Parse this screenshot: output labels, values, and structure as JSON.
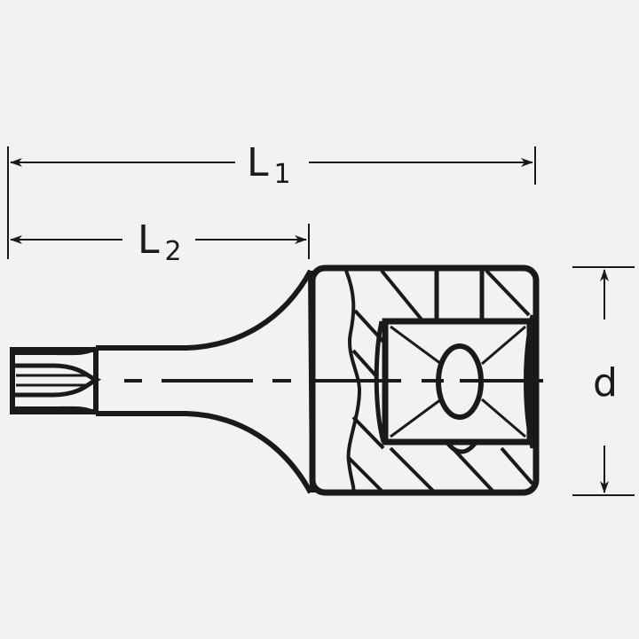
{
  "diagram": {
    "subject": "Torx-style bit socket technical drawing",
    "dimensions": {
      "L1": {
        "main": "L",
        "sub": "1"
      },
      "L2": {
        "main": "L",
        "sub": "2"
      },
      "d": {
        "main": "d"
      }
    },
    "colors": {
      "background": "#f2f2f2",
      "line": "#1a1a1a"
    }
  }
}
